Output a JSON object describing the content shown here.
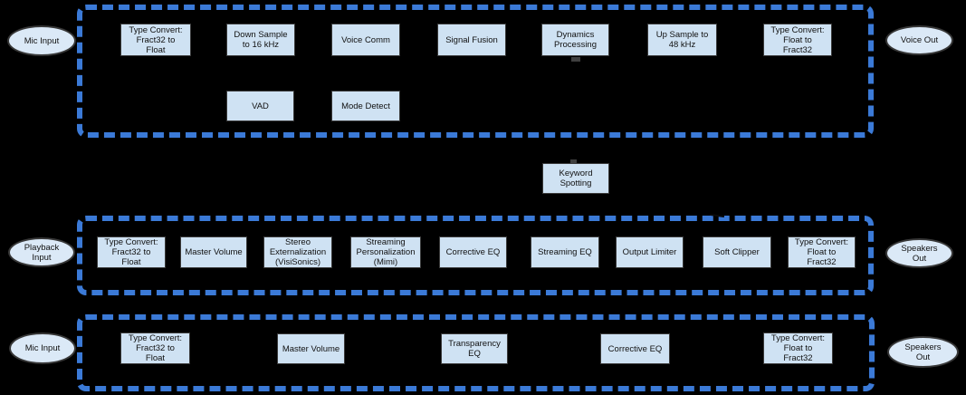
{
  "colors": {
    "background": "#000000",
    "group_border": "#3b7ad7",
    "block_fill": "#cfe2f3",
    "block_border": "#3a3a3a",
    "ellipse_fill": "#dbe9f7",
    "text": "#111111"
  },
  "endpoints": {
    "mic_in_top": "Mic Input",
    "voice_out": "Voice Out",
    "playback_in": "Playback\nInput",
    "speakers_out_mid": "Speakers\nOut",
    "mic_in_bottom": "Mic Input",
    "speakers_out_bottom": "Speakers\nOut"
  },
  "voice_pipeline": {
    "row1": [
      "Type Convert:\nFract32 to\nFloat",
      "Down Sample\nto 16 kHz",
      "Voice Comm",
      "Signal Fusion",
      "Dynamics\nProcessing",
      "Up Sample to\n48 kHz",
      "Type Convert:\nFloat to\nFract32"
    ],
    "row2": [
      "VAD",
      "Mode Detect"
    ]
  },
  "keyword_block": {
    "label": "Keyword\nSpotting"
  },
  "playback_pipeline": {
    "row": [
      "Type Convert:\nFract32 to\nFloat",
      "Master Volume",
      "Stereo\nExternalization\n(VisiSonics)",
      "Streaming\nPersonalization\n(Mimi)",
      "Corrective EQ",
      "Streaming EQ",
      "Output Limiter",
      "Soft Clipper",
      "Type Convert:\nFloat to\nFract32"
    ]
  },
  "transparency_pipeline": {
    "row": [
      "Type Convert:\nFract32 to\nFloat",
      "Master Volume",
      "Transparency\nEQ",
      "Corrective EQ",
      "Type Convert:\nFloat to\nFract32"
    ]
  }
}
